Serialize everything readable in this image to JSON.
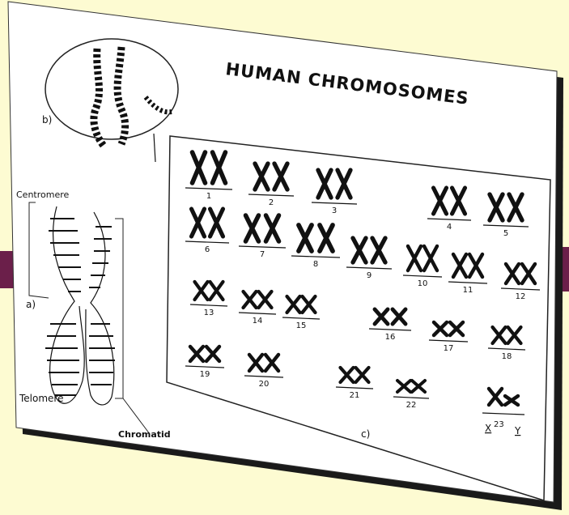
{
  "colors": {
    "background": "#fdfbd2",
    "accent_bar": "#6b1f4a",
    "card": "#ffffff",
    "ink": "#111111",
    "shadow": "#111111"
  },
  "title": "HUMAN CHROMOSOMES",
  "labels": {
    "b": "b)",
    "a": "a)",
    "c": "c)",
    "centromere": "Centromere",
    "telomere": "Telomere",
    "chromatid": "Chromatid"
  },
  "karyotype": {
    "autosomes": [
      "1",
      "2",
      "3",
      "4",
      "5",
      "6",
      "7",
      "8",
      "9",
      "10",
      "11",
      "12",
      "13",
      "14",
      "15",
      "16",
      "17",
      "18",
      "19",
      "20",
      "21",
      "22"
    ],
    "sex_label_x": "X",
    "sex_label_num": "23",
    "sex_label_y": "Y"
  }
}
